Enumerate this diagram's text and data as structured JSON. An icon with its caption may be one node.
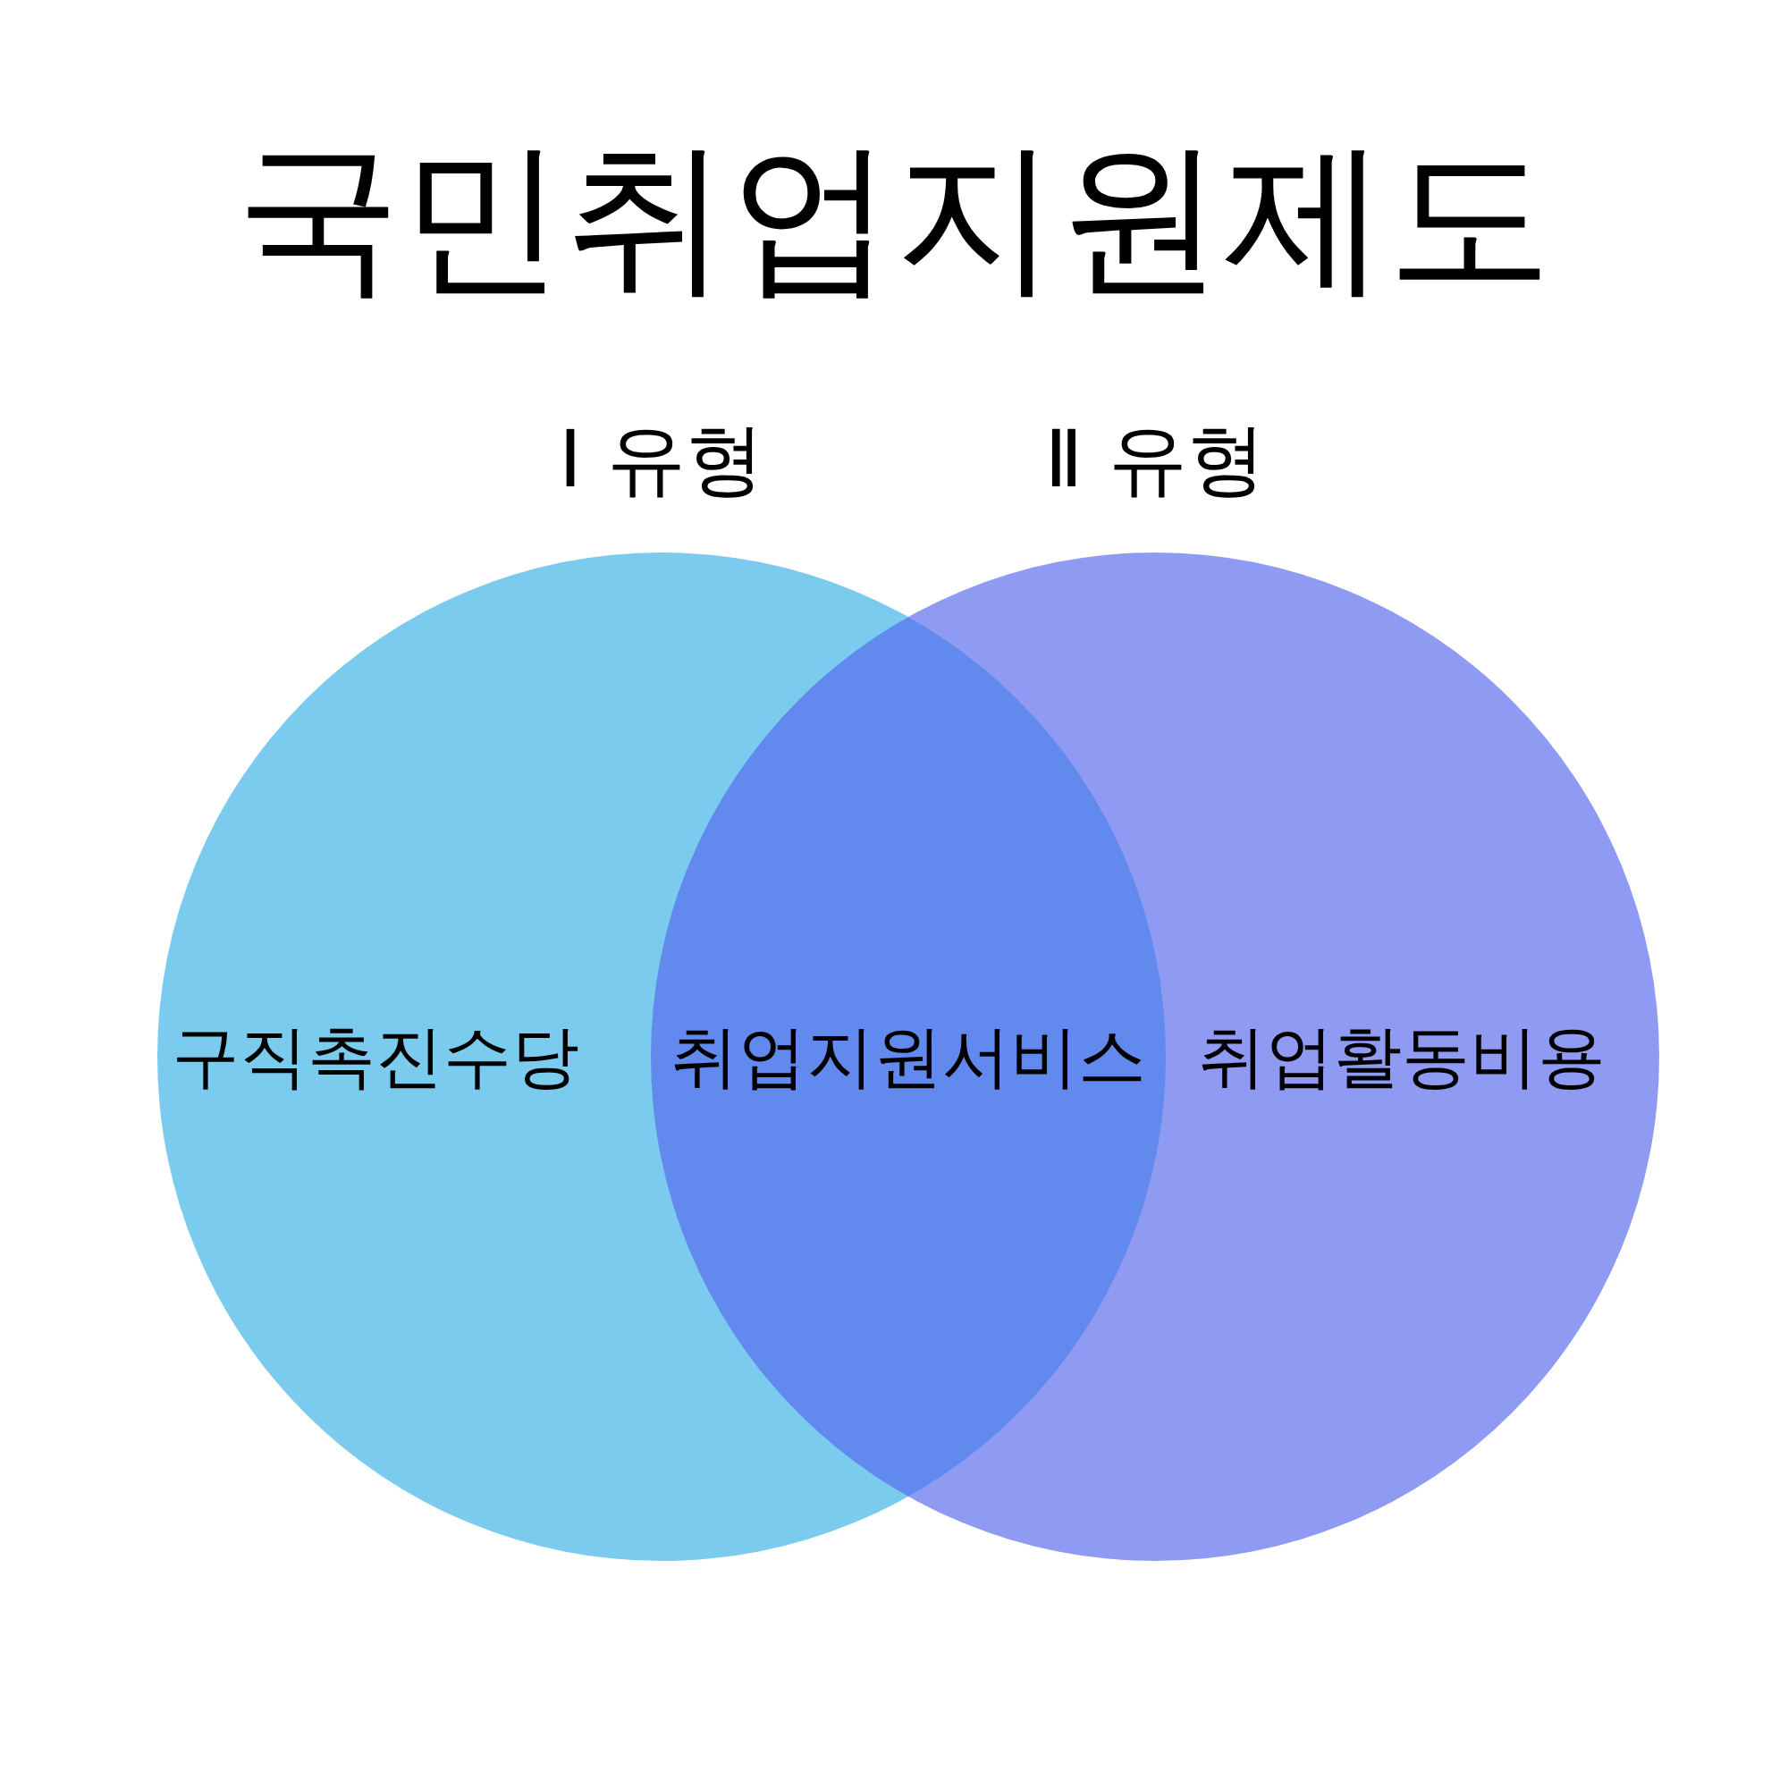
{
  "diagram": {
    "title": "국민취업지원제도",
    "nodes": [
      {
        "text": [
          "Ⅰ 유형",
          "구직촉진수당"
        ]
      },
      {
        "text": [
          "Ⅱ 유형",
          "취업활동비용"
        ]
      }
    ],
    "labels": [
      "취업지원서비스"
    ]
  }
}
